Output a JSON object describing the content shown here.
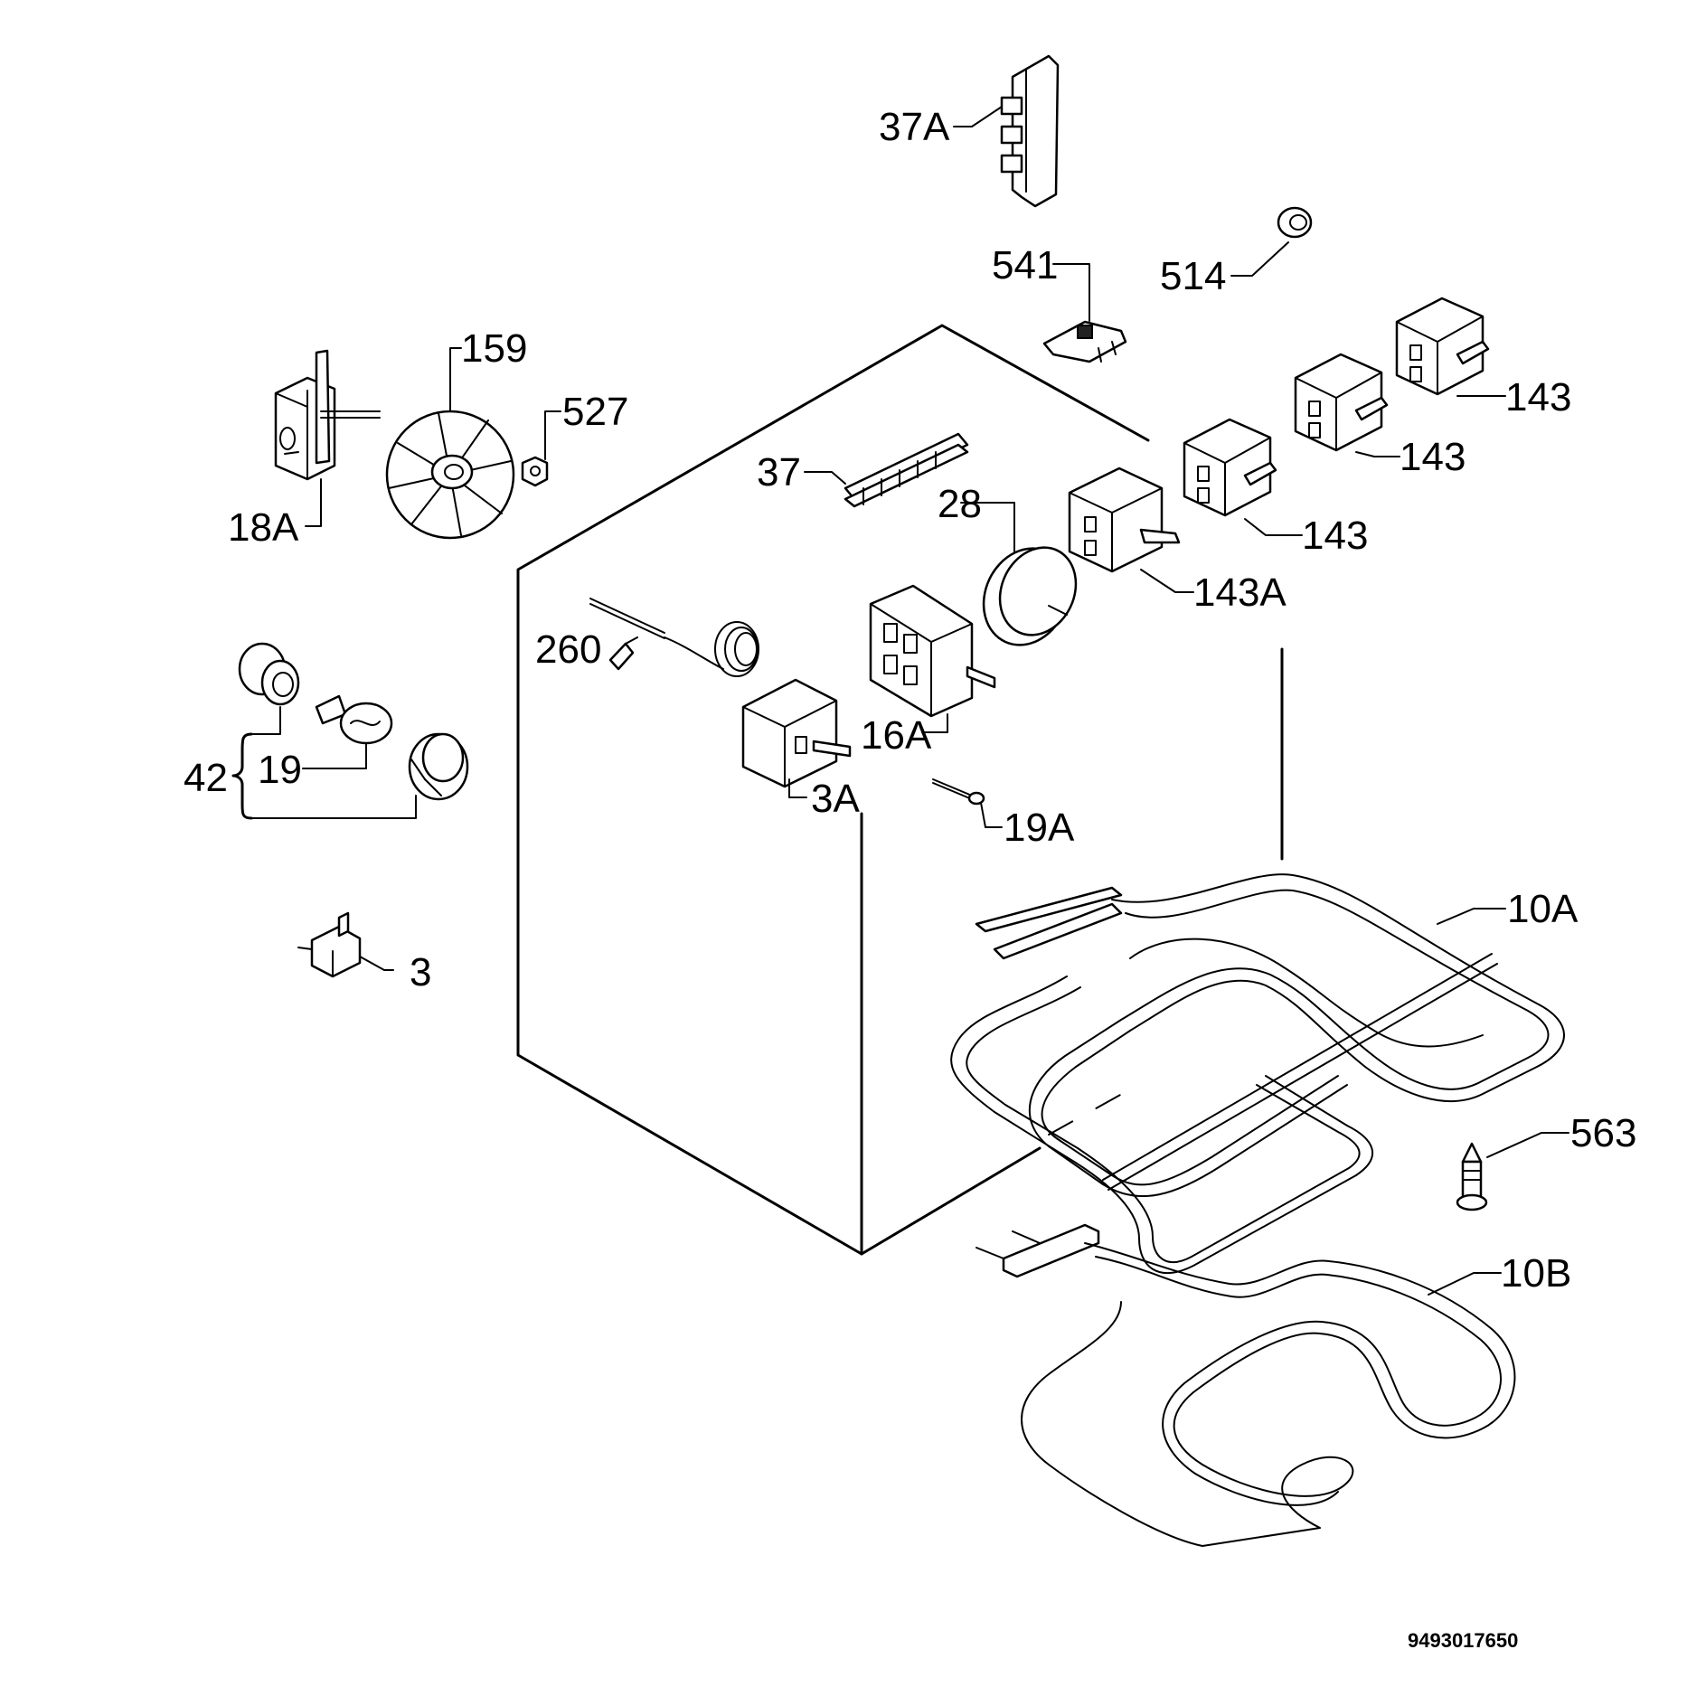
{
  "labels": {
    "l37A": "37A",
    "l541": "541",
    "l514": "514",
    "l159": "159",
    "l527": "527",
    "l18A": "18A",
    "l37": "37",
    "l28": "28",
    "l143a": "143",
    "l143b": "143",
    "l143c": "143",
    "l143A": "143A",
    "l260": "260",
    "l16A": "16A",
    "l42": "42",
    "l19": "19",
    "l3A": "3A",
    "l19A": "19A",
    "l3": "3",
    "l10A": "10A",
    "l563": "563",
    "l10B": "10B"
  },
  "document_number": "9493017650"
}
